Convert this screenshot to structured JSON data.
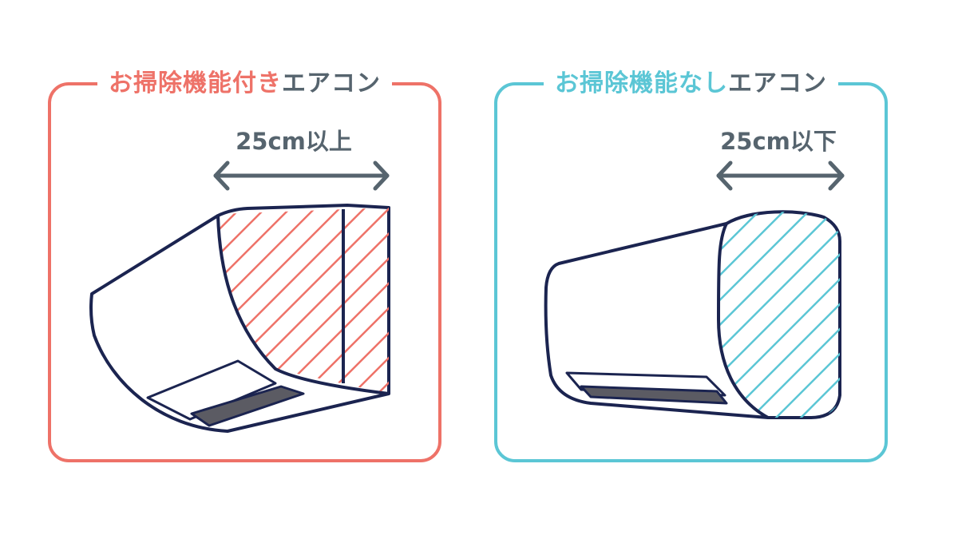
{
  "left": {
    "title_accent": "お掃除機能付き",
    "title_rest": "エアコン",
    "dimension": "25cm以上",
    "accent_color": "#ee7268"
  },
  "right": {
    "title_accent": "お掃除機能なし",
    "title_rest": "エアコン",
    "dimension": "25cm以下",
    "accent_color": "#5bc6d5"
  },
  "colors": {
    "outline": "#1b2450",
    "text": "#56646e",
    "vent": "#5b5b63"
  }
}
